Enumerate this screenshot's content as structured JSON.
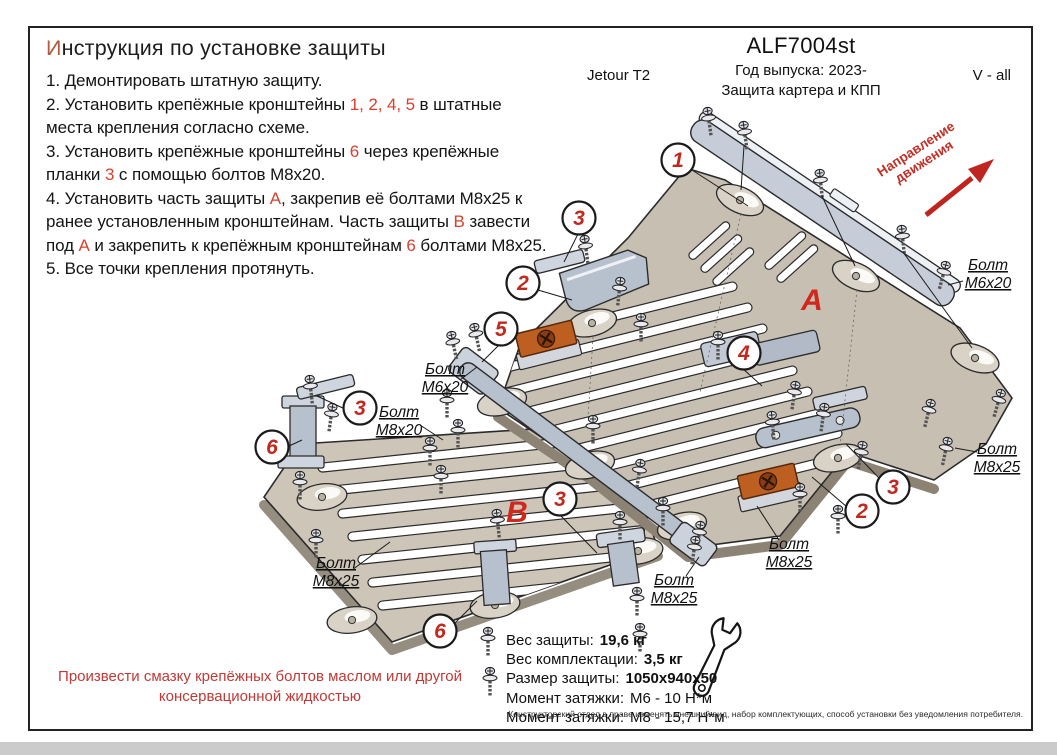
{
  "header": {
    "part_number": "ALF7004st",
    "vehicle": "Jetour T2",
    "year_label": "Год выпуска: 2023-",
    "product": "Защита картера и КПП",
    "engine": "V - all"
  },
  "instructions": {
    "title_first": "И",
    "title_rest": "нструкция по установке защиты",
    "steps": [
      {
        "segments": [
          {
            "text": "1. Демонтировать штатную защиту.",
            "highlight": false
          }
        ]
      },
      {
        "segments": [
          {
            "text": "2. Установить крепёжные кронштейны ",
            "highlight": false
          },
          {
            "text": "1, 2, 4, 5",
            "highlight": true
          },
          {
            "text": " в штатные места крепления согласно схеме.",
            "highlight": false
          }
        ]
      },
      {
        "segments": [
          {
            "text": "3. Установить крепёжные кронштейны ",
            "highlight": false
          },
          {
            "text": "6",
            "highlight": true
          },
          {
            "text": " через крепёжные планки ",
            "highlight": false
          },
          {
            "text": "3",
            "highlight": true
          },
          {
            "text": " с помощью болтов М8х20.",
            "highlight": false
          }
        ]
      },
      {
        "segments": [
          {
            "text": "4. Установить часть защиты ",
            "highlight": false
          },
          {
            "text": "А",
            "highlight": true
          },
          {
            "text": ", закрепив её болтами М8х25 к ранее установленным кронштейнам. Часть защиты ",
            "highlight": false
          },
          {
            "text": "В",
            "highlight": true
          },
          {
            "text": " завести под ",
            "highlight": false
          },
          {
            "text": "А",
            "highlight": true
          },
          {
            "text": " и закрепить к крепёжным кронштейнам ",
            "highlight": false
          },
          {
            "text": "6",
            "highlight": true
          },
          {
            "text": " болтами М8х25.",
            "highlight": false
          }
        ]
      },
      {
        "segments": [
          {
            "text": "5. Все точки крепления протянуть.",
            "highlight": false
          }
        ]
      }
    ]
  },
  "diagram": {
    "direction_line1": "Направление",
    "direction_line2": "движения",
    "part_letter_a": "A",
    "part_letter_b": "B",
    "callouts": [
      {
        "number": "1"
      },
      {
        "number": "3"
      },
      {
        "number": "2"
      },
      {
        "number": "5"
      },
      {
        "number": "4"
      },
      {
        "number": "3"
      },
      {
        "number": "6"
      },
      {
        "number": "3"
      },
      {
        "number": "2"
      },
      {
        "number": "3"
      },
      {
        "number": "6"
      }
    ],
    "bolt_labels": [
      {
        "line1": "Болт",
        "line2": "М6х20"
      },
      {
        "line1": "Болт",
        "line2": "М6х20"
      },
      {
        "line1": "Болт",
        "line2": "М8х20"
      },
      {
        "line1": "Болт",
        "line2": "М8х25"
      },
      {
        "line1": "Болт",
        "line2": "М8х25"
      },
      {
        "line1": "Болт",
        "line2": "М8х25"
      },
      {
        "line1": "Болт",
        "line2": "М8х25"
      }
    ]
  },
  "specs": {
    "rows": [
      {
        "label": "Вес защиты:",
        "value": "19,6 кг"
      },
      {
        "label": "Вес комплектации:",
        "value": "3,5 кг"
      },
      {
        "label": "Размер защиты:",
        "value": "1050х940х50"
      },
      {
        "label": "Момент затяжки:",
        "value": "М6 - 10 Н*м"
      },
      {
        "label": "Момент затяжки:",
        "value": "М8 - 15,7 Н*м"
      }
    ]
  },
  "notes": {
    "lubrication": "Произвести смазку крепёжных болтов маслом или другой консервационной жидкостью",
    "disclaimer": "Конструкторский отдел в праве изменять внешний вид, набор комплектующих, способ установки без уведомления потребителя."
  },
  "colors": {
    "accent_red": "#d9402e",
    "callout_red": "#c2291e",
    "plate": "#c7bfb1",
    "steel": "#c5ccd8"
  }
}
